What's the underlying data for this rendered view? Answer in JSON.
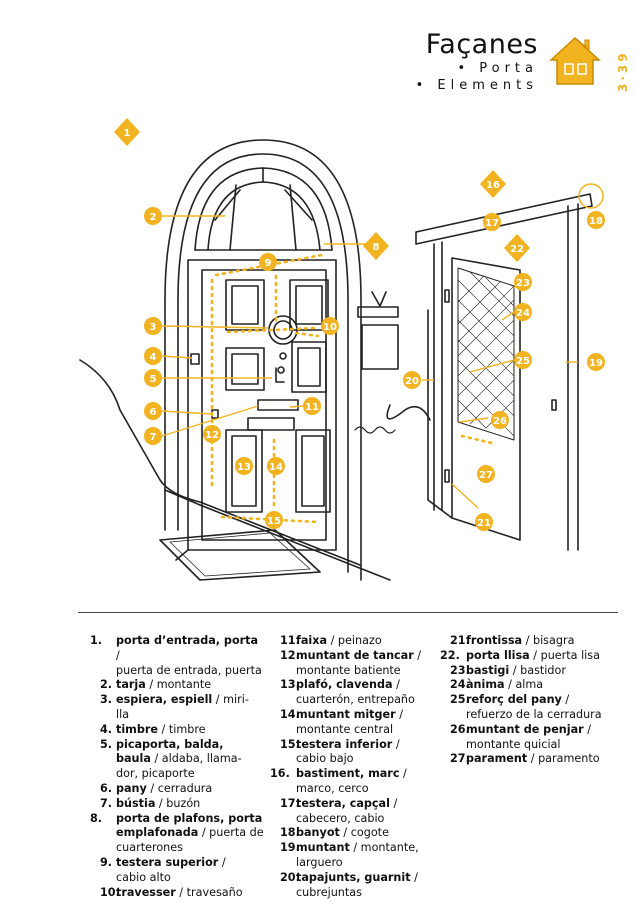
{
  "header": {
    "title": "Façanes",
    "line2": "• Porta",
    "line3": "• Elements",
    "page_number": "3·39"
  },
  "badges": [
    "1",
    "2",
    "3",
    "4",
    "5",
    "6",
    "7",
    "8",
    "9",
    "10",
    "11",
    "12",
    "13",
    "14",
    "15",
    "16",
    "17",
    "18",
    "19",
    "20",
    "21",
    "22",
    "23",
    "24",
    "25",
    "26",
    "27"
  ],
  "legend": {
    "col1": [
      {
        "num": "1.",
        "term": "porta d’entrada, porta",
        "tr": " / ",
        "cont1": "puerta de entrada, puerta",
        "level": "top"
      },
      {
        "num": "2.",
        "term": "tarja",
        "tr": " / montante",
        "level": "sub"
      },
      {
        "num": "3.",
        "term": "espiera, espiell",
        "tr": " / miri-",
        "cont1": "lla",
        "level": "sub"
      },
      {
        "num": "4.",
        "term": "timbre",
        "tr": " / timbre",
        "level": "sub"
      },
      {
        "num": "5.",
        "term": "picaporta, balda,",
        "term2": "baula",
        "tr": " / aldaba, llama-",
        "cont1": "dor, picaporte",
        "level": "sub"
      },
      {
        "num": "6.",
        "term": "pany",
        "tr": " / cerradura",
        "level": "sub"
      },
      {
        "num": "7.",
        "term": "bústia",
        "tr": " / buzón",
        "level": "sub"
      },
      {
        "num": "8.",
        "term": "porta de plafons, porta",
        "term2": "emplafonada",
        "tr": " / puerta de",
        "cont1": "cuarterones",
        "level": "top"
      },
      {
        "num": "9.",
        "term": "testera superior",
        "tr": " /",
        "cont1": "cabio alto",
        "level": "sub"
      },
      {
        "num": "10.",
        "term": "travesser",
        "tr": " / travesaño",
        "level": "sub"
      }
    ],
    "col2": [
      {
        "num": "11.",
        "term": "faixa",
        "tr": " / peinazo",
        "level": "sub"
      },
      {
        "num": "12.",
        "term": "muntant de tancar",
        "tr": " /",
        "cont1": "montante batiente",
        "level": "sub"
      },
      {
        "num": "13.",
        "term": "plafó, clavenda",
        "tr": " /",
        "cont1": "cuarterón, entrepaño",
        "level": "sub"
      },
      {
        "num": "14.",
        "term": "muntant mitger",
        "tr": " /",
        "cont1": "montante central",
        "level": "sub"
      },
      {
        "num": "15.",
        "term": "testera inferior",
        "tr": " /",
        "cont1": "cabio bajo",
        "level": "sub"
      },
      {
        "num": "16.",
        "term": "bastiment, marc",
        "tr": " /",
        "cont1": "marco, cerco",
        "level": "top"
      },
      {
        "num": "17.",
        "term": "testera, capçal",
        "tr": " /",
        "cont1": "cabecero, cabio",
        "level": "sub"
      },
      {
        "num": "18.",
        "term": "banyot",
        "tr": " / cogote",
        "level": "sub"
      },
      {
        "num": "19.",
        "term": "muntant",
        "tr": " / montante,",
        "cont1": "larguero",
        "level": "sub"
      },
      {
        "num": "20.",
        "term": "tapajunts, guarnit",
        "tr": " /",
        "cont1": "cubrejuntas",
        "level": "sub"
      }
    ],
    "col3": [
      {
        "num": "21.",
        "term": "frontissa",
        "tr": " / bisagra",
        "level": "sub"
      },
      {
        "num": "22.",
        "term": "porta llisa",
        "tr": " / puerta lisa",
        "level": "top"
      },
      {
        "num": "23.",
        "term": "bastigi",
        "tr": " / bastidor",
        "level": "sub"
      },
      {
        "num": "24.",
        "term": "ànima",
        "tr": " / alma",
        "level": "sub"
      },
      {
        "num": "25.",
        "term": "reforç del pany",
        "tr": " /",
        "cont1": "refuerzo de la cerradura",
        "level": "sub"
      },
      {
        "num": "26.",
        "term": "muntant de penjar",
        "tr": " /",
        "cont1": "montante quicial",
        "level": "sub"
      },
      {
        "num": "27.",
        "term": "parament",
        "tr": " / paramento",
        "level": "sub"
      }
    ]
  },
  "colors": {
    "accent": "#f2b320",
    "line": "#222222"
  }
}
